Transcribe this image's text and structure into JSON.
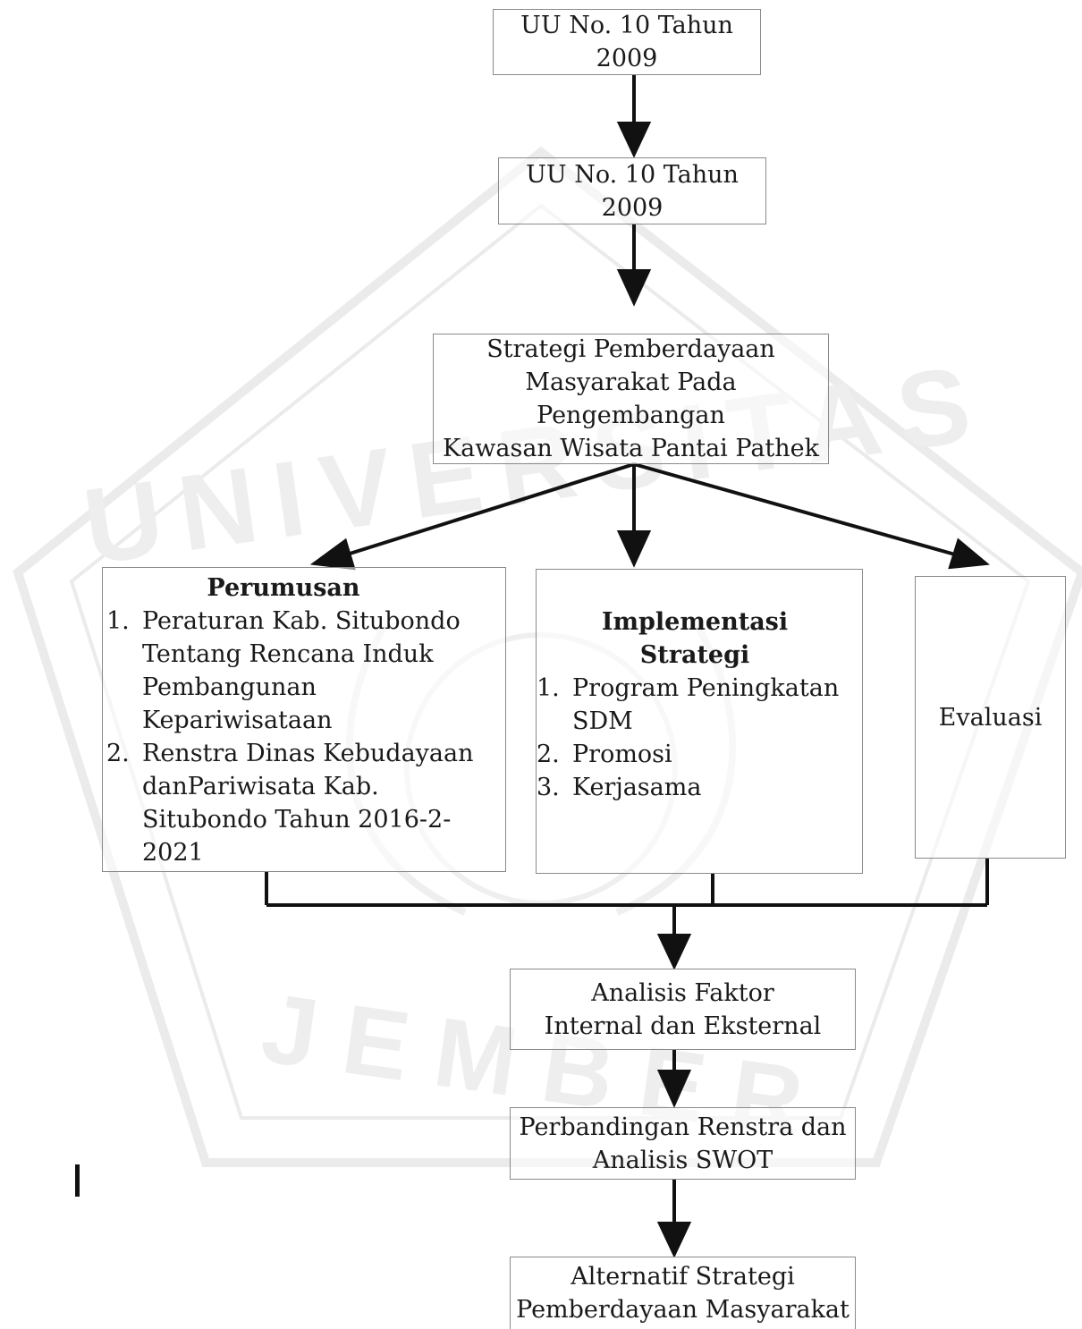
{
  "boxes": {
    "top1": {
      "lines": [
        "UU No. 10 Tahun",
        "2009"
      ]
    },
    "top2": {
      "lines": [
        "UU No. 10 Tahun",
        "2009"
      ]
    },
    "strategy": {
      "lines": [
        "Strategi Pemberdayaan",
        "Masyarakat Pada",
        "Pengembangan",
        "Kawasan Wisata Pantai Pathek"
      ]
    },
    "perumusan": {
      "title": "Perumusan",
      "items": [
        {
          "num": "1.",
          "text": "Peraturan Kab. Situbondo Tentang Rencana Induk Pembangunan Kepariwisataan"
        },
        {
          "num": "2.",
          "text": "Renstra Dinas Kebudayaan danPariwisata Kab. Situbondo Tahun 2016-2-2021"
        }
      ]
    },
    "implementasi": {
      "title_lines": [
        "Implementasi",
        "Strategi"
      ],
      "items": [
        {
          "num": "1.",
          "text": "Program Peningkatan SDM"
        },
        {
          "num": "2.",
          "text": "Promosi"
        },
        {
          "num": "3.",
          "text": "Kerjasama"
        }
      ]
    },
    "evaluasi": {
      "label": "Evaluasi"
    },
    "analisis": {
      "lines": [
        "Analisis Faktor",
        "Internal dan Eksternal"
      ]
    },
    "perbandingan": {
      "lines": [
        "Perbandingan Renstra dan",
        "Analisis SWOT"
      ]
    },
    "alternatif": {
      "lines": [
        "Alternatif Strategi",
        "Pemberdayaan Masyarakat"
      ]
    }
  },
  "watermark": {
    "top_text": "UNIVERSITAS",
    "bottom_text": "JEMBER",
    "color": "#e6e6e6"
  }
}
